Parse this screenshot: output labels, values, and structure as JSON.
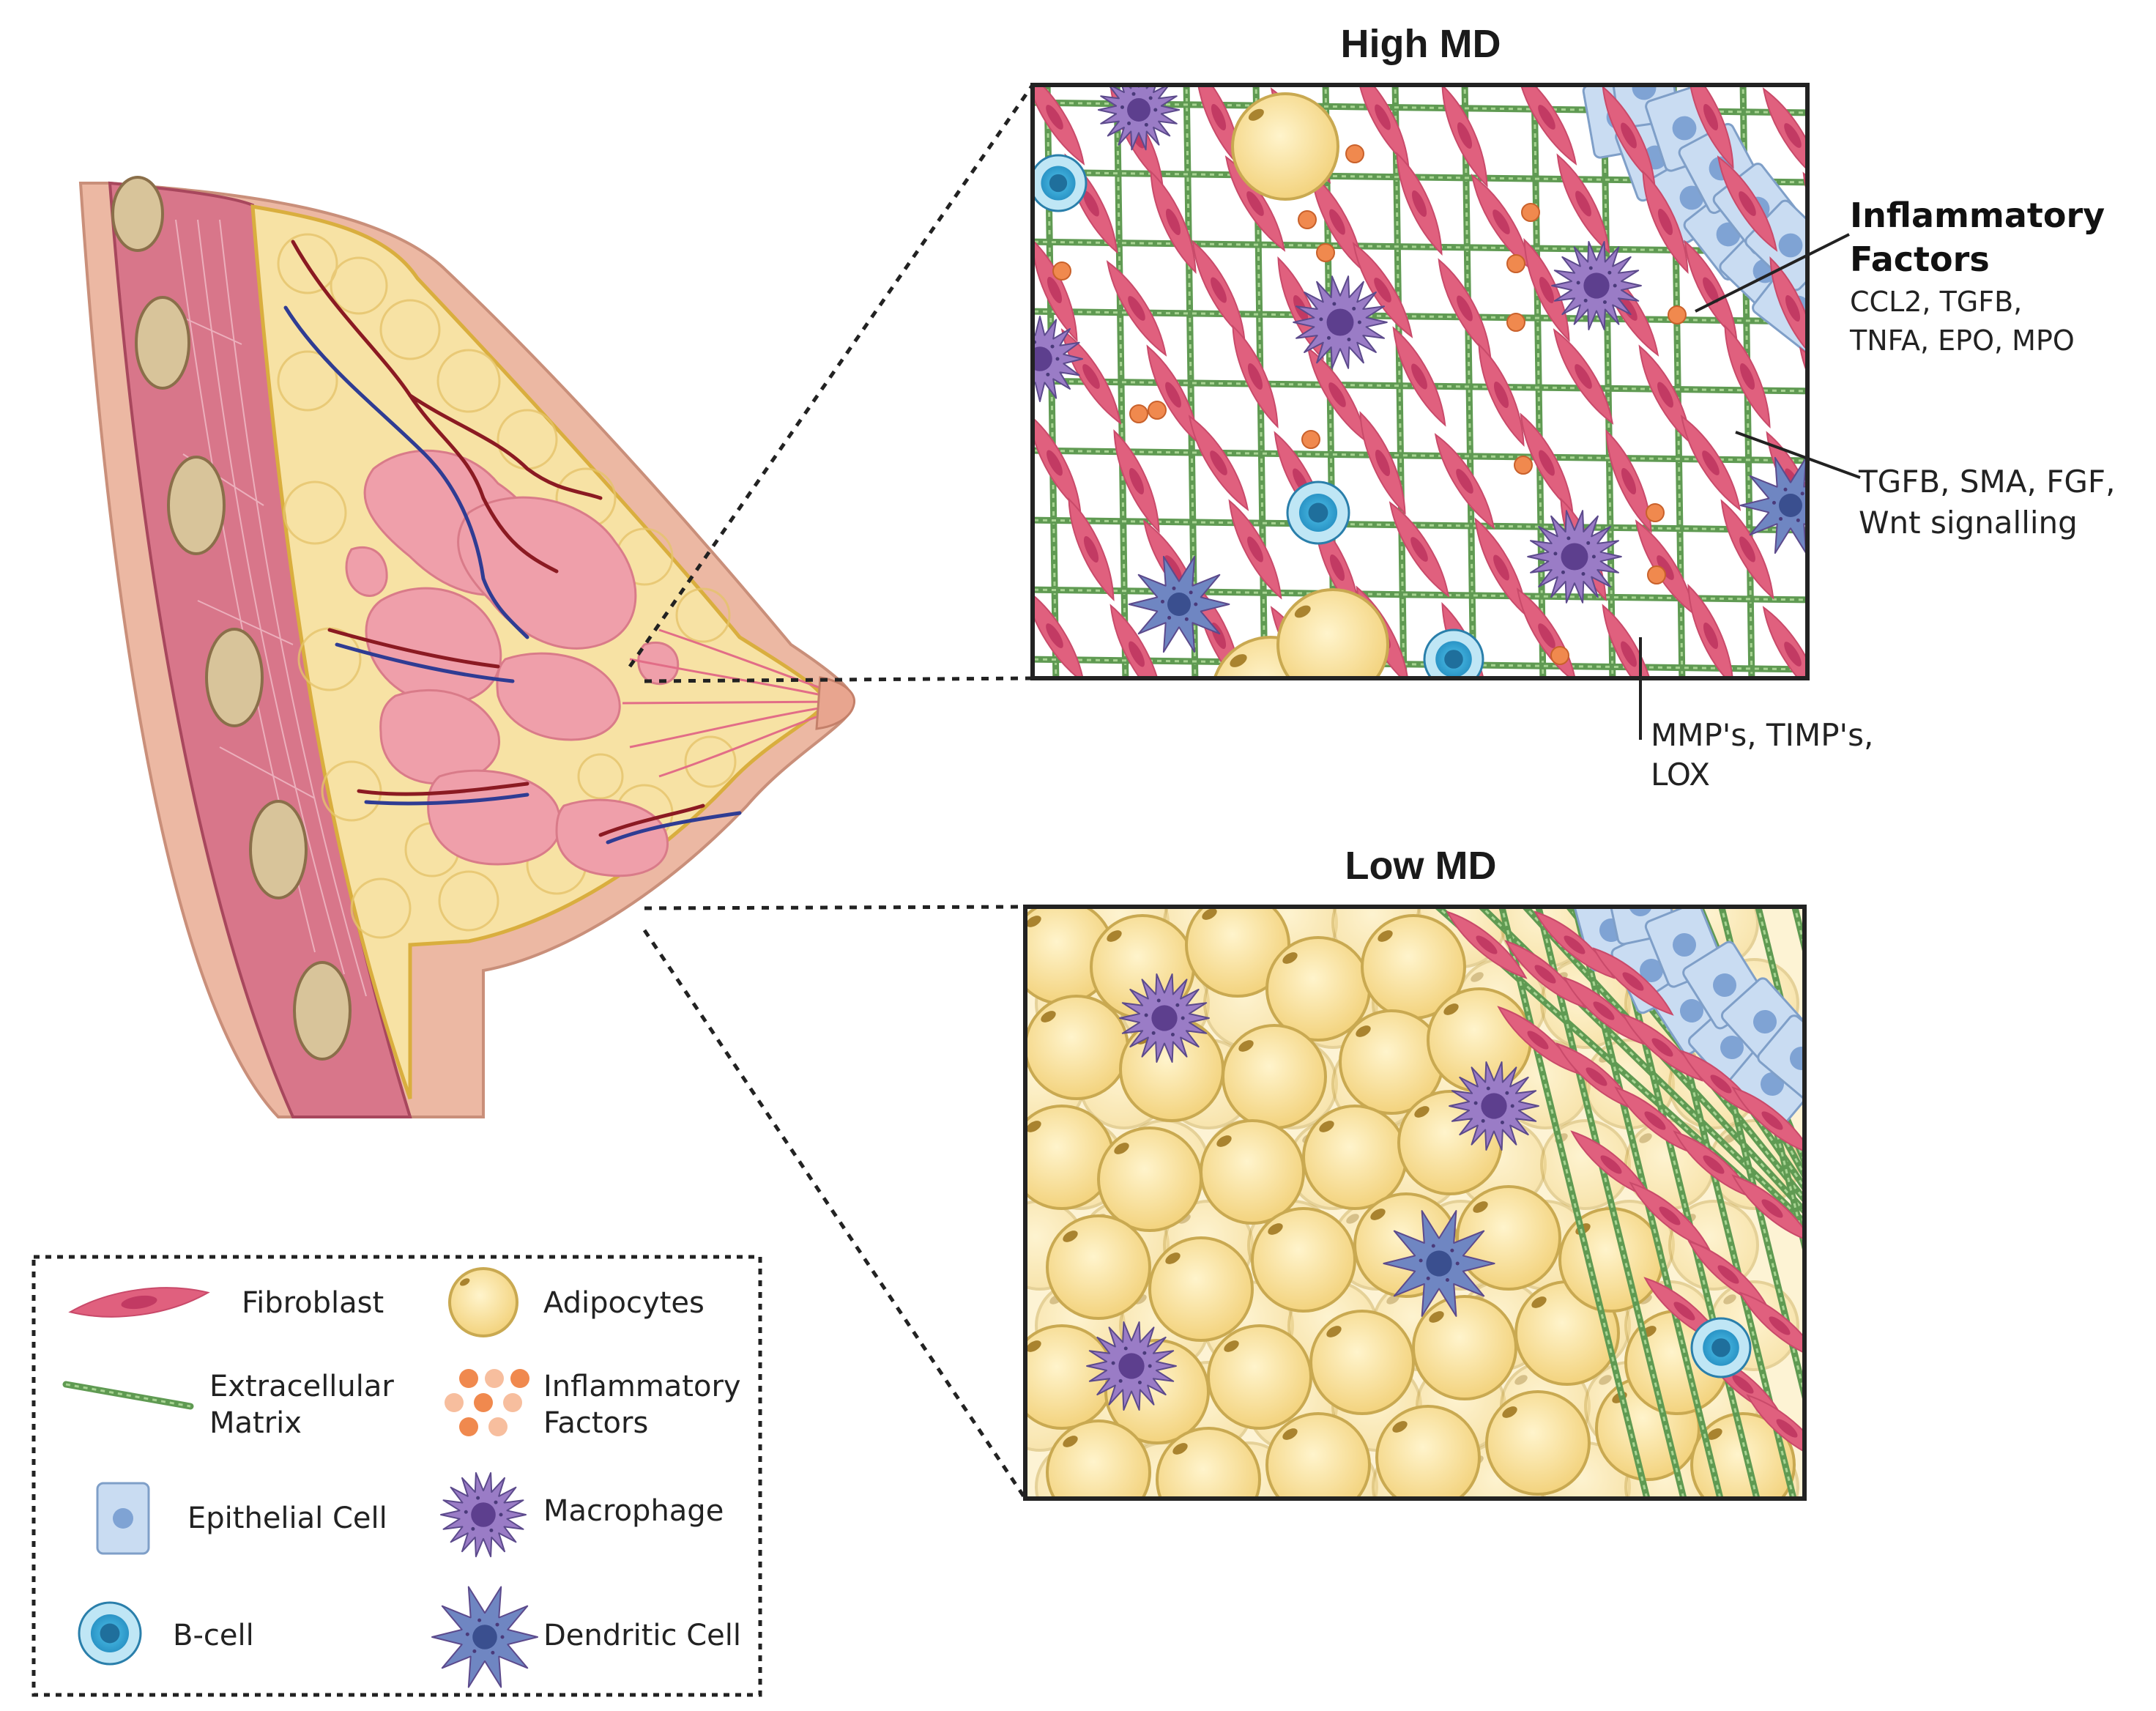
{
  "titles": {
    "high": "High MD",
    "low": "Low MD"
  },
  "annotations": {
    "inflammatory_title_1": "Inflammatory",
    "inflammatory_title_2": "Factors",
    "inflammatory_list_1": "CCL2, TGFB,",
    "inflammatory_list_2": "TNFA, EPO, MPO",
    "fibro_signal_1": "TGFB, SMA, FGF,",
    "fibro_signal_2": "Wnt signalling",
    "ecm_1": "MMP's, TIMP's,",
    "ecm_2": "LOX"
  },
  "legend": {
    "fibroblast": "Fibroblast",
    "adipocytes": "Adipocytes",
    "ecm_1": "Extracellular",
    "ecm_2": "Matrix",
    "inflam_1": "Inflammatory",
    "inflam_2": "Factors",
    "epithelial": "Epithelial Cell",
    "macrophage": "Macrophage",
    "bcell": "B-cell",
    "dendritic": "Dendritic Cell"
  },
  "colors": {
    "fibroblast": "#e0607e",
    "fibroblast_nucleus": "#c23a63",
    "ecm": "#5f9a52",
    "adipocyte": "#f6dc8e",
    "adipocyte_edge": "#c9a951",
    "inflammatory": "#f0894e",
    "epithelial": "#c9dcf2",
    "macrophage": "#9a7cc6",
    "bcell": "#3aa7d4",
    "dendritic": "#6f86c2",
    "muscle": "#c0566e",
    "gland": "#ef9faa",
    "artery": "#8b1a22",
    "vein": "#2f3c93"
  }
}
